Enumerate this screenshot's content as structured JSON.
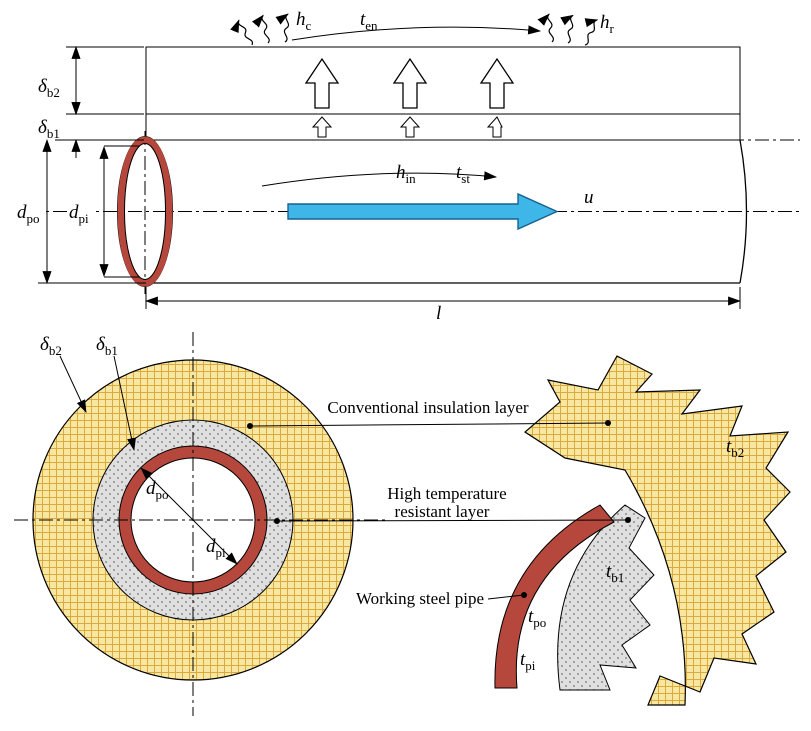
{
  "colors": {
    "insulation_fill": "#F8E7A1",
    "insulation_grid": "#DBA93E",
    "resistant_fill": "#DFDFDF",
    "resistant_dots": "#8E8E8E",
    "steel_pipe": "#B5473C",
    "flow_arrow_fill": "#3FB6E8",
    "flow_arrow_stroke": "#19618F"
  },
  "symbols": {
    "h_c": {
      "main": "h",
      "sub": "c"
    },
    "t_en": {
      "main": "t",
      "sub": "en"
    },
    "h_r": {
      "main": "h",
      "sub": "r"
    },
    "h_in": {
      "main": "h",
      "sub": "in"
    },
    "t_st": {
      "main": "t",
      "sub": "st"
    },
    "u": {
      "main": "u"
    },
    "l": {
      "main": "l"
    },
    "delta_b2": {
      "main": "δ",
      "sub": "b2"
    },
    "delta_b1": {
      "main": "δ",
      "sub": "b1"
    },
    "d_po": {
      "main": "d",
      "sub": "po"
    },
    "d_pi": {
      "main": "d",
      "sub": "pi"
    },
    "t_b2": {
      "main": "t",
      "sub": "b2"
    },
    "t_b1": {
      "main": "t",
      "sub": "b1"
    },
    "t_po": {
      "main": "t",
      "sub": "po"
    },
    "t_pi": {
      "main": "t",
      "sub": "pi"
    }
  },
  "legend": {
    "conventional_insulation": "Conventional insulation layer",
    "high_temp_line1": "High temperature",
    "high_temp_line2": "resistant layer",
    "working_pipe": "Working steel pipe"
  }
}
